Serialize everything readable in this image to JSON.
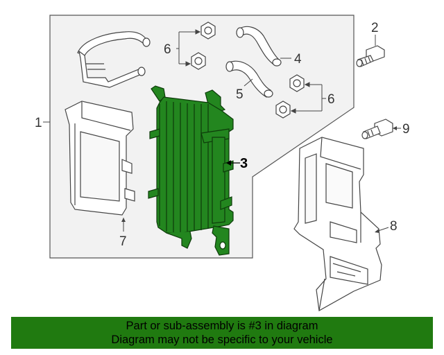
{
  "colors": {
    "panel": "#f2f2f2",
    "outline": "#444444",
    "highlight": "#23861f",
    "banner": "#207a10"
  },
  "callouts": {
    "c1": "1",
    "c2": "2",
    "c3": "3",
    "c4": "4",
    "c5": "5",
    "c6a": "6",
    "c6b": "6",
    "c7": "7",
    "c8": "8",
    "c9": "9"
  },
  "banner": {
    "line1": "Part or sub-assembly is #3 in diagram",
    "line2": "Diagram may not be specific to your vehicle"
  }
}
